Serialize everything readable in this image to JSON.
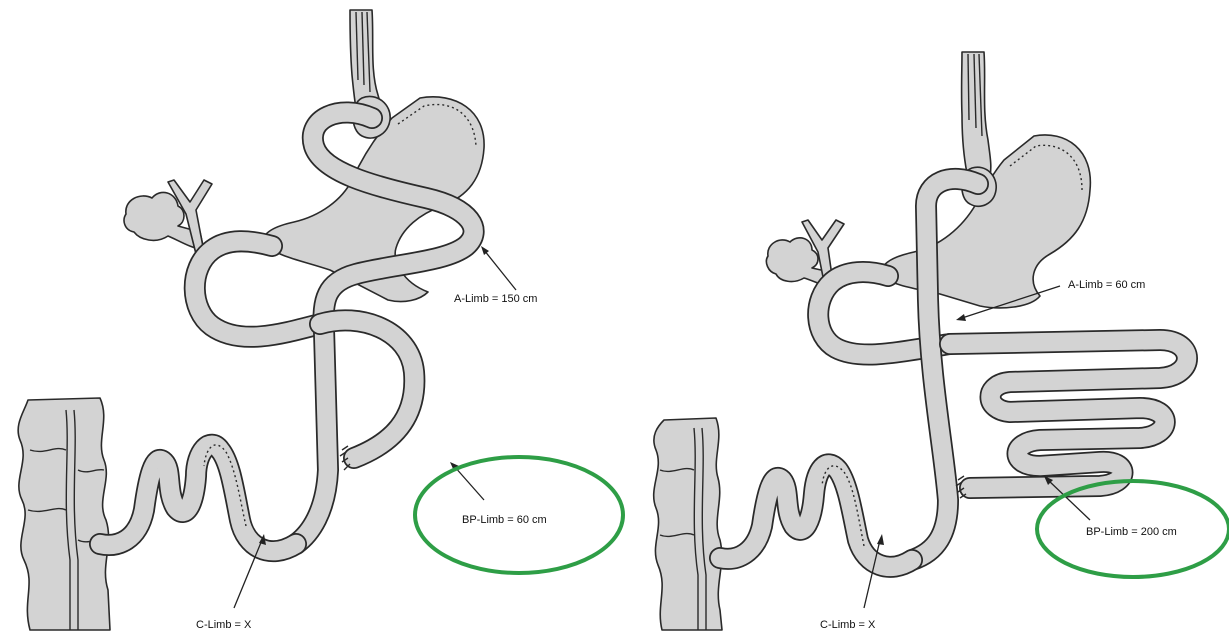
{
  "left_diagram": {
    "labels": {
      "a_limb": "A-Limb = 150 cm",
      "bp_limb": "BP-Limb = 60 cm",
      "c_limb": "C-Limb = X"
    }
  },
  "right_diagram": {
    "labels": {
      "a_limb": "A-Limb = 60 cm",
      "bp_limb": "BP-Limb = 200 cm",
      "c_limb": "C-Limb = X"
    }
  },
  "colors": {
    "organ_fill": "#d3d3d3",
    "outline": "#2a2a2a",
    "highlight_ellipse": "#2e9e46"
  }
}
